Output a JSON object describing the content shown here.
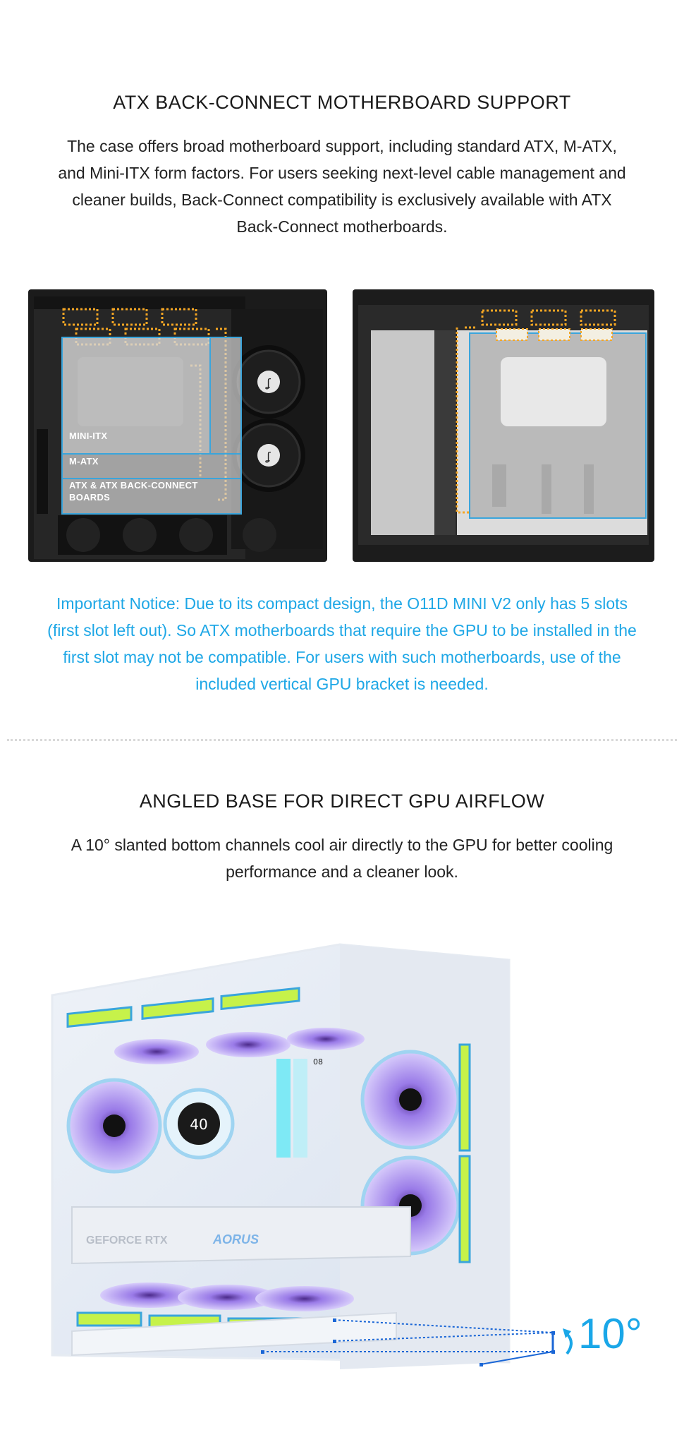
{
  "section1": {
    "title": "ATX BACK-CONNECT MOTHERBOARD SUPPORT",
    "description": "The case offers broad motherboard support, including standard ATX, M-ATX, and Mini-ITX form factors. For users seeking next-level cable management and cleaner builds, Back-Connect compatibility is exclusively available with ATX Back-Connect motherboards.",
    "labels": {
      "mini_itx": "MINI-ITX",
      "m_atx": "M-ATX",
      "atx": "ATX & ATX BACK-CONNECT",
      "atx_line2": "BOARDS"
    },
    "notice": "Important Notice: Due to its compact design, the O11D MINI V2 only has 5 slots (first slot left out). So ATX motherboards that require the GPU to be installed in the first slot may not be compatible. For users with such motherboards, use of the included vertical GPU bracket is needed."
  },
  "section2": {
    "title": "ANGLED BASE FOR DIRECT GPU AIRFLOW",
    "description": "A 10° slanted bottom channels cool air directly to the GPU for better cooling performance and a cleaner look.",
    "angle_label": "10°",
    "product_texts": {
      "gpu_brand": "GEFORCE RTX",
      "gpu_logo": "AORUS",
      "cooler_temp": "40",
      "ram_badge": "08"
    }
  },
  "colors": {
    "accent": "#1ea7e6",
    "frame_blue": "#3aa5dc",
    "highlight_orange": "#f5a623",
    "case_black": "#1b1b1b"
  }
}
